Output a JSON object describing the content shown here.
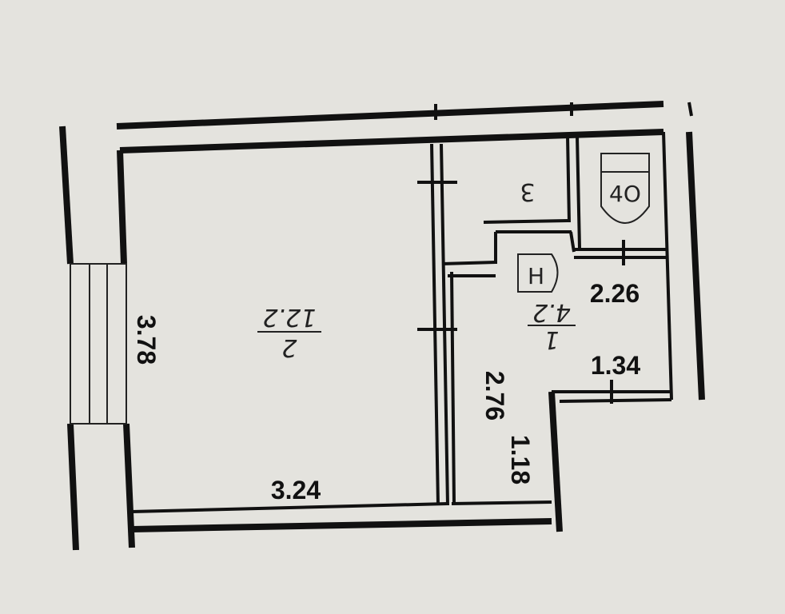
{
  "rooms": [
    {
      "number": "2",
      "area": "12.2"
    },
    {
      "number": "1",
      "area": "4.2"
    },
    {
      "number": "3"
    }
  ],
  "fixtures": {
    "hanger": "Н",
    "toilet": "4О"
  },
  "dimensions": {
    "left_height": "3.78",
    "bottom_width": "3.24",
    "hall_right": "2.26",
    "hall_right_lower": "1.34",
    "hall_height": "2.76",
    "hall_small": "1.18"
  }
}
